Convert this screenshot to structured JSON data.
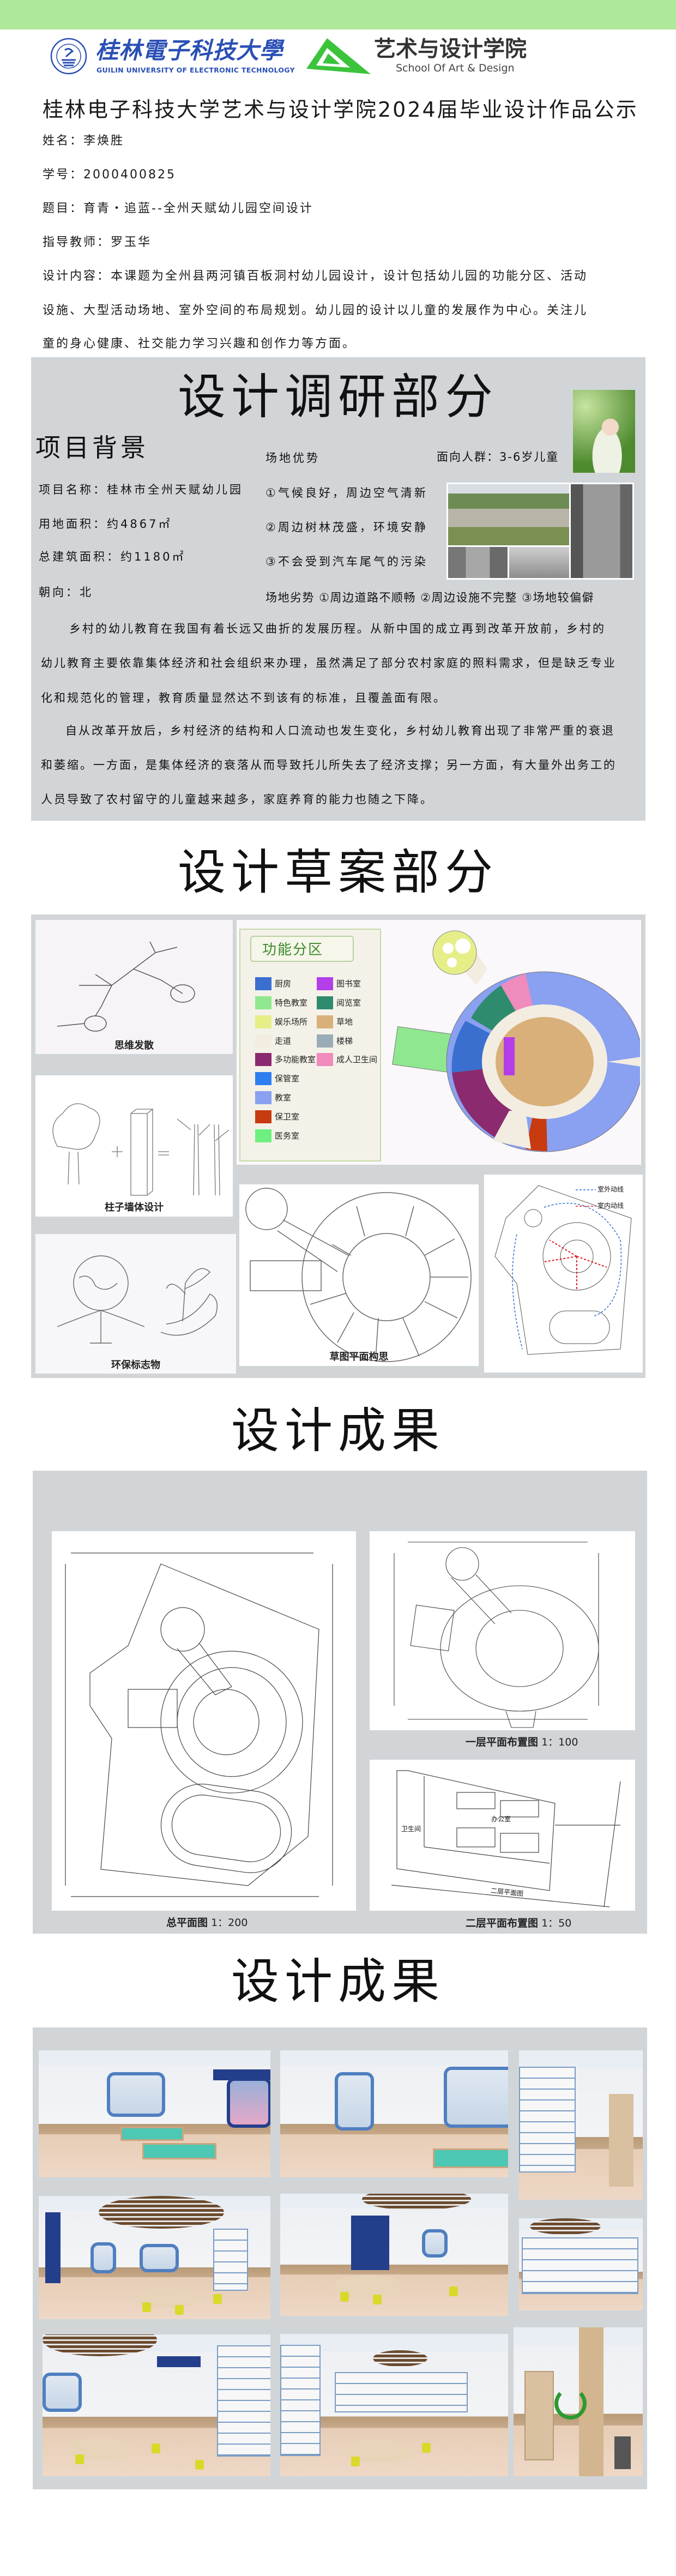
{
  "header": {
    "university_name": "桂林電子科技大學",
    "university_name_en": "GUILIN UNIVERSITY OF ELECTRONIC TECHNOLOGY",
    "school_name": "艺术与设计学院",
    "school_name_en": "School Of Art & Design",
    "bar_color": "#aee89a"
  },
  "page_title": "桂林电子科技大学艺术与设计学院2024届毕业设计作品公示",
  "info": {
    "name": "姓名：李焕胜",
    "student_id": "学号：2000400825",
    "topic": "题目：育青・追蓝--全州天赋幼儿园空间设计",
    "advisor": "指导教师：罗玉华",
    "content_lines": [
      "设计内容：本课题为全州县两河镇百板洞村幼儿园设计，设计包括幼儿园的功能分区、活动",
      "设施、大型活动场地、室外空间的布局规划。幼儿园的设计以儿童的发展作为中心。关注儿",
      "童的身心健康、社交能力学习兴趣和创作力等方面。"
    ]
  },
  "research": {
    "title": "设计调研部分",
    "background_heading": "项目背景",
    "project_facts": [
      "项目名称：桂林市全州天赋幼儿园",
      "用地面积：约4867㎡",
      "总建筑面积：约1180㎡",
      "朝向：北"
    ],
    "advantages_heading": "场地优势",
    "advantages": [
      "①气候良好，周边空气清新",
      "②周边树林茂盛，环境安静",
      "③不会受到汽车尾气的污染"
    ],
    "disadvantages": "场地劣势  ①周边道路不顺畅 ②周边设施不完整 ③场地较偏僻",
    "target_group": "面向人群：3-6岁儿童",
    "paragraph_lines": [
      "乡村的幼儿教育在我国有着长远又曲折的发展历程。从新中国的成立再到改革开放前，乡村的",
      "幼儿教育主要依靠集体经济和社会组织来办理，虽然满足了部分农村家庭的照料需求，但是缺乏专业",
      "化和规范化的管理，教育质量显然达不到该有的标准，且覆盖面有限。",
      "自从改革开放后，乡村经济的结构和人口流动也发生变化，乡村幼儿教育出现了非常严重的衰退",
      "和萎缩。一方面，是集体经济的衰落从而导致托儿所失去了经济支撑；另一方面，有大量外出务工的",
      "人员导致了农村留守的儿童越来越多，家庭养育的能力也随之下降。"
    ]
  },
  "sketch": {
    "title": "设计草案部分",
    "captions": {
      "mindmap": "思维发散",
      "pillar": "柱子墙体设计",
      "eco": "环保标志物",
      "plan_sketch": "草图平面构思"
    },
    "zoning_title": "功能分区",
    "legend": [
      {
        "label": "厨房",
        "color": "#3a6fd0"
      },
      {
        "label": "图书室",
        "color": "#b43ee8"
      },
      {
        "label": "特色教室",
        "color": "#8fe88f"
      },
      {
        "label": "阅览室",
        "color": "#2e8b6e"
      },
      {
        "label": "娱乐场所",
        "color": "#e6ee88"
      },
      {
        "label": "草地",
        "color": "#d9b07a"
      },
      {
        "label": "走道",
        "color": "#f2ede0"
      },
      {
        "label": "楼梯",
        "color": "#9aacb8"
      },
      {
        "label": "多功能教室",
        "color": "#8b2a6e"
      },
      {
        "label": "成人卫生间",
        "color": "#ef8bbd"
      },
      {
        "label": "保管室",
        "color": "#2f7ef0"
      },
      {
        "label": "教室",
        "color": "#8aa0f0"
      },
      {
        "label": "保卫室",
        "color": "#c83a10"
      },
      {
        "label": "医务室",
        "color": "#6ef080"
      }
    ],
    "flow_legend": {
      "outdoor": "室外动线",
      "indoor": "室内动线"
    }
  },
  "results_plans": {
    "title": "设计成果",
    "site_plan_caption": "总平面图",
    "site_plan_scale": "1：200",
    "floor1_caption": "一层平面布置图",
    "floor1_scale": "1：100",
    "floor2_caption": "二层平面布置图",
    "floor2_scale": "1：50",
    "floor2_labels": {
      "office": "办公室",
      "toilet": "卫生间",
      "drawing": "二层平面图"
    }
  },
  "results_renders": {
    "title": "设计成果"
  }
}
